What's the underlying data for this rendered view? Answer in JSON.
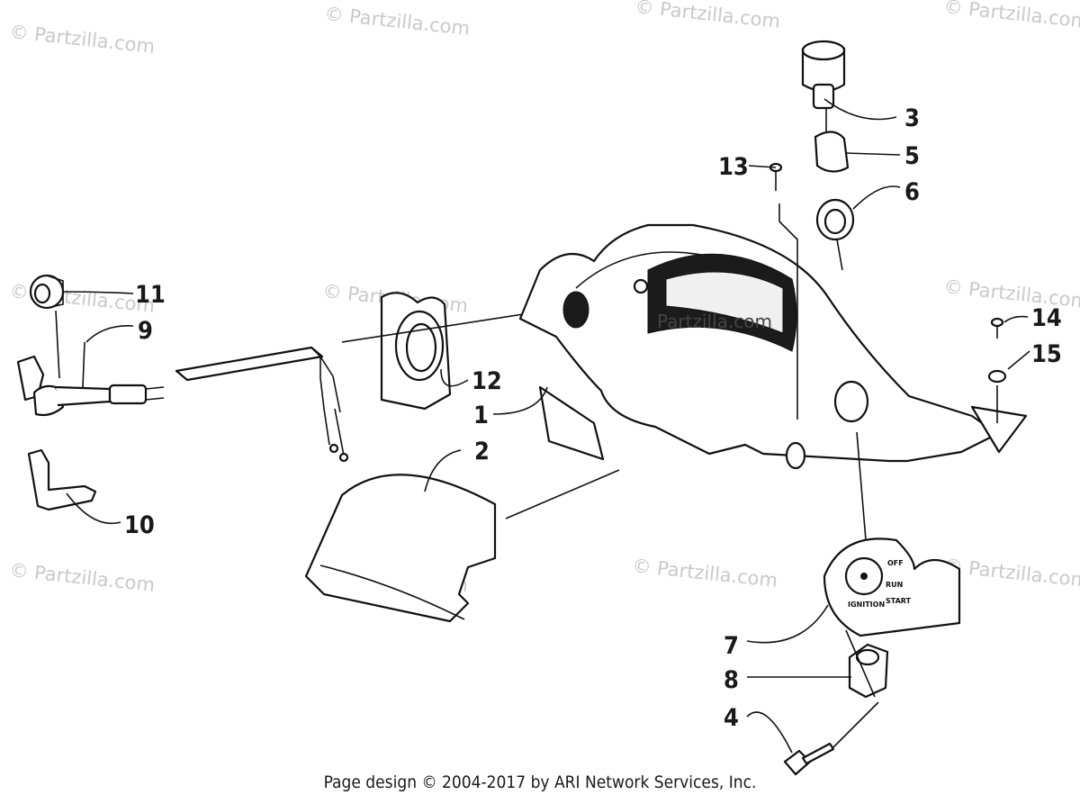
{
  "watermark": "© Partzilla.com",
  "center_watermark": "Partzilla.com",
  "callouts": [
    "1",
    "2",
    "3",
    "4",
    "5",
    "6",
    "7",
    "8",
    "9",
    "10",
    "11",
    "12",
    "13",
    "14",
    "15"
  ],
  "switch_panel": {
    "off": "OFF",
    "run": "RUN",
    "start": "START",
    "ignition": "IGNITION"
  },
  "footer": "Page design © 2004-2017 by ARI Network Services, Inc."
}
